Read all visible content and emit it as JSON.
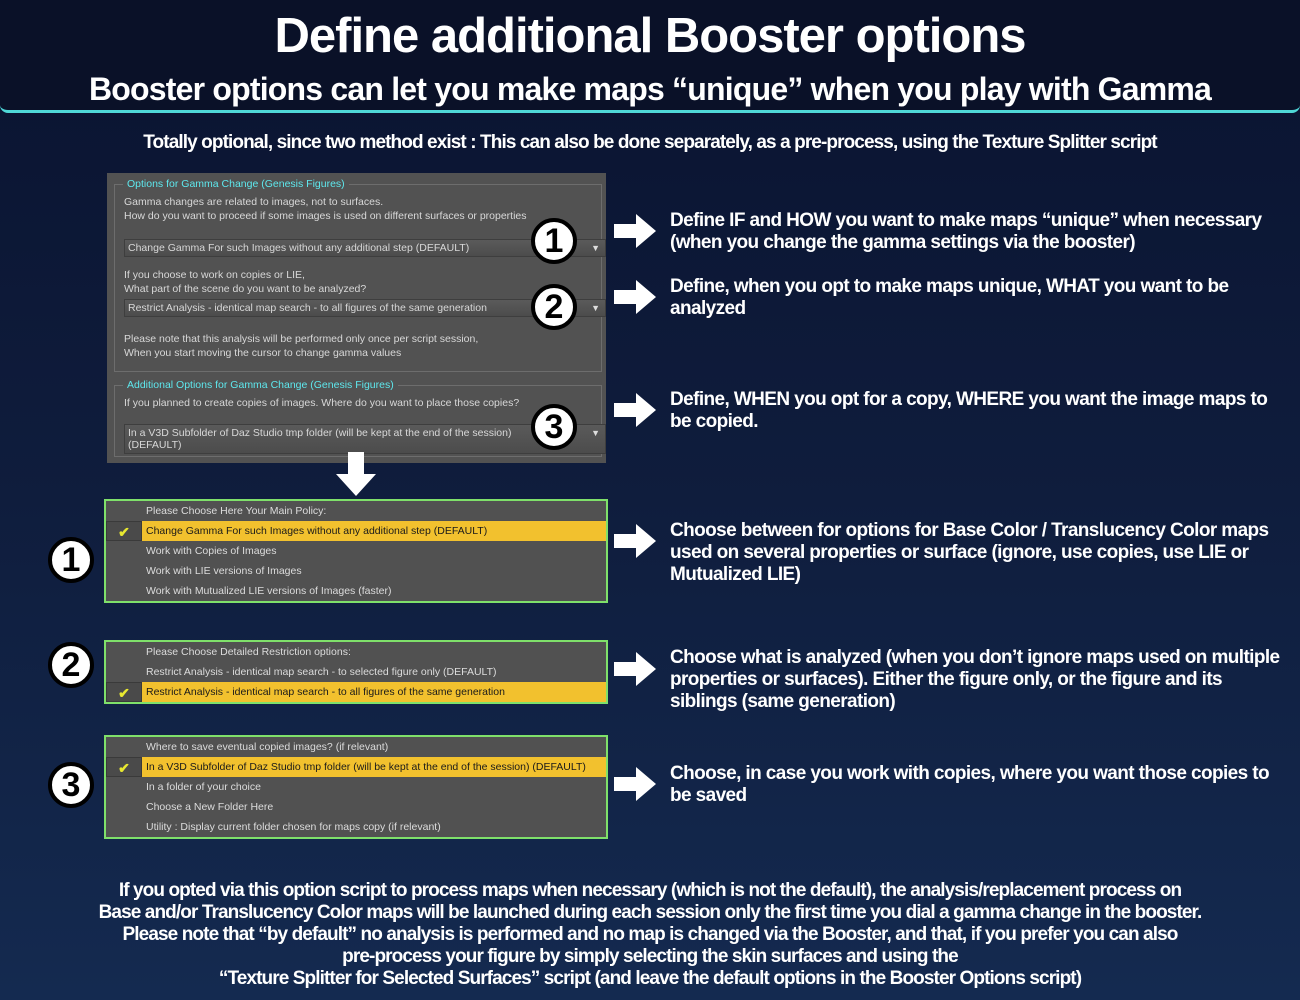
{
  "header": {
    "title": "Define additional Booster options",
    "subtitle": "Booster options can let you make maps “unique” when you play with Gamma"
  },
  "intro": "Totally optional, since two method exist : This can also be done separately, as a pre-process, using the Texture Splitter script",
  "dialog": {
    "group1_title": "Options for Gamma Change (Genesis Figures)",
    "g1_line1": "Gamma changes are related to images, not to surfaces.",
    "g1_line2": "How do you want to proceed if some images is used on different surfaces or properties",
    "combo1": "Change Gamma For such Images without any additional step (DEFAULT)",
    "g1_line3": "If you choose to work on copies or LIE,",
    "g1_line4": "What part of the scene do you want to be analyzed?",
    "combo2": "Restrict Analysis - identical map search - to all figures of the same generation",
    "g1_line5": "Please note that this analysis will be performed only once per script session,",
    "g1_line6": "When you start moving the cursor to change gamma values",
    "group2_title": "Additional Options for Gamma Change (Genesis Figures)",
    "g2_line1": "If you planned to create copies of images. Where do you want to place those copies?",
    "combo3": "In a V3D Subfolder of Daz Studio tmp folder (will be kept at the end of the session) (DEFAULT)"
  },
  "badges": [
    "1",
    "2",
    "3"
  ],
  "notes": [
    "Define IF and HOW you want to make maps “unique” when necessary (when you change the gamma settings via the booster)",
    "Define, when you opt to make maps unique, WHAT you want to be  analyzed",
    "Define, WHEN you opt for a copy, WHERE you want the image maps to be copied.",
    "Choose between for options for Base Color / Translucency Color maps used on several properties or surface (ignore, use copies, use LIE or Mutualized LIE)",
    "Choose what is analyzed (when you don’t ignore maps used on multiple properties or surfaces). Either the figure only, or the figure and its siblings (same generation)",
    "Choose, in case you work with copies, where you want those copies to be saved"
  ],
  "menus": [
    {
      "header": "Please Choose Here Your Main Policy:",
      "items": [
        "Change Gamma For such Images without any additional step (DEFAULT)",
        "Work with Copies of Images",
        "Work with LIE versions of Images",
        "Work with Mutualized LIE versions of Images (faster)"
      ],
      "selected": 0
    },
    {
      "header": "Please Choose Detailed Restriction options:",
      "items": [
        "Restrict Analysis - identical map search - to selected figure only (DEFAULT)",
        "Restrict Analysis - identical map search - to all figures of the same generation"
      ],
      "selected": 1
    },
    {
      "header": "Where to save eventual copied images? (if relevant)",
      "items": [
        "In a V3D Subfolder of Daz Studio tmp folder (will be kept at the end of the session) (DEFAULT)",
        "In a folder of your choice",
        "Choose a New Folder Here",
        "Utility : Display current folder chosen for maps copy (if relevant)"
      ],
      "selected": 0
    }
  ],
  "check_icon": "checkmark-icon",
  "footer": [
    "If you opted via this option script to process maps when necessary (which is not the default), the analysis/replacement process on",
    "Base and/or Translucency Color maps will be launched during each session only the first time you dial a gamma change in the booster.",
    "Please note that “by default” no analysis is performed and no map is changed via the Booster, and that, if you prefer you can also",
    "pre-process your figure by simply selecting the skin surfaces and using the",
    "“Texture Splitter for Selected Surfaces” script (and leave the default options in the Booster Options script)"
  ],
  "colors": {
    "background": "#0f1d3d",
    "accent": "#4fd8d8",
    "selection": "#f2c12e",
    "menu_border": "#7fe06a",
    "legend": "#5ee8ee"
  }
}
